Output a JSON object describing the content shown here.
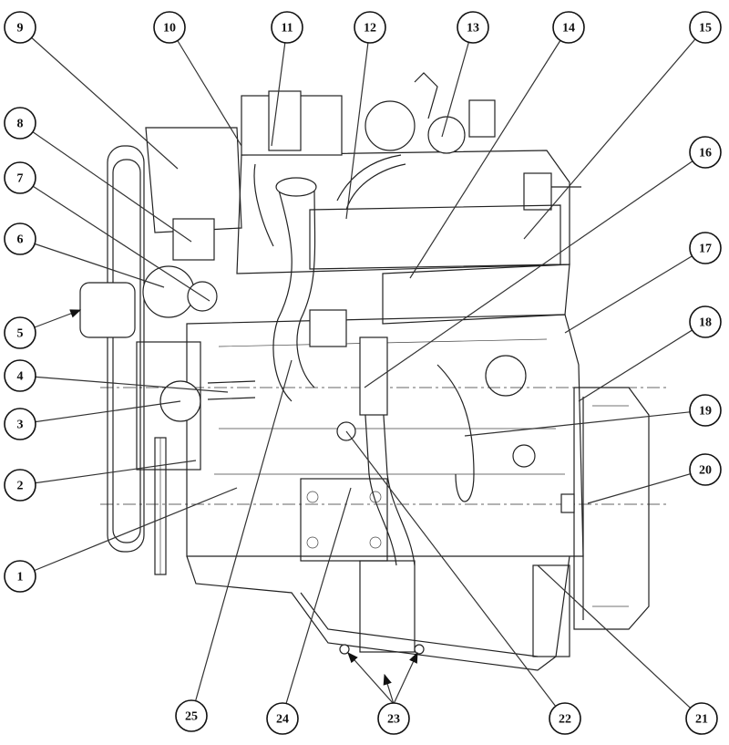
{
  "diagram": {
    "callouts": [
      {
        "label": "1"
      },
      {
        "label": "2"
      },
      {
        "label": "3"
      },
      {
        "label": "4"
      },
      {
        "label": "5"
      },
      {
        "label": "6"
      },
      {
        "label": "7"
      },
      {
        "label": "8"
      },
      {
        "label": "9"
      },
      {
        "label": "10"
      },
      {
        "label": "11"
      },
      {
        "label": "12"
      },
      {
        "label": "13"
      },
      {
        "label": "14"
      },
      {
        "label": "15"
      },
      {
        "label": "16"
      },
      {
        "label": "17"
      },
      {
        "label": "18"
      },
      {
        "label": "19"
      },
      {
        "label": "20"
      },
      {
        "label": "21"
      },
      {
        "label": "22"
      },
      {
        "label": "23"
      },
      {
        "label": "24"
      },
      {
        "label": "25"
      }
    ],
    "colors": {
      "line": "#222222",
      "background": "#ffffff"
    }
  }
}
